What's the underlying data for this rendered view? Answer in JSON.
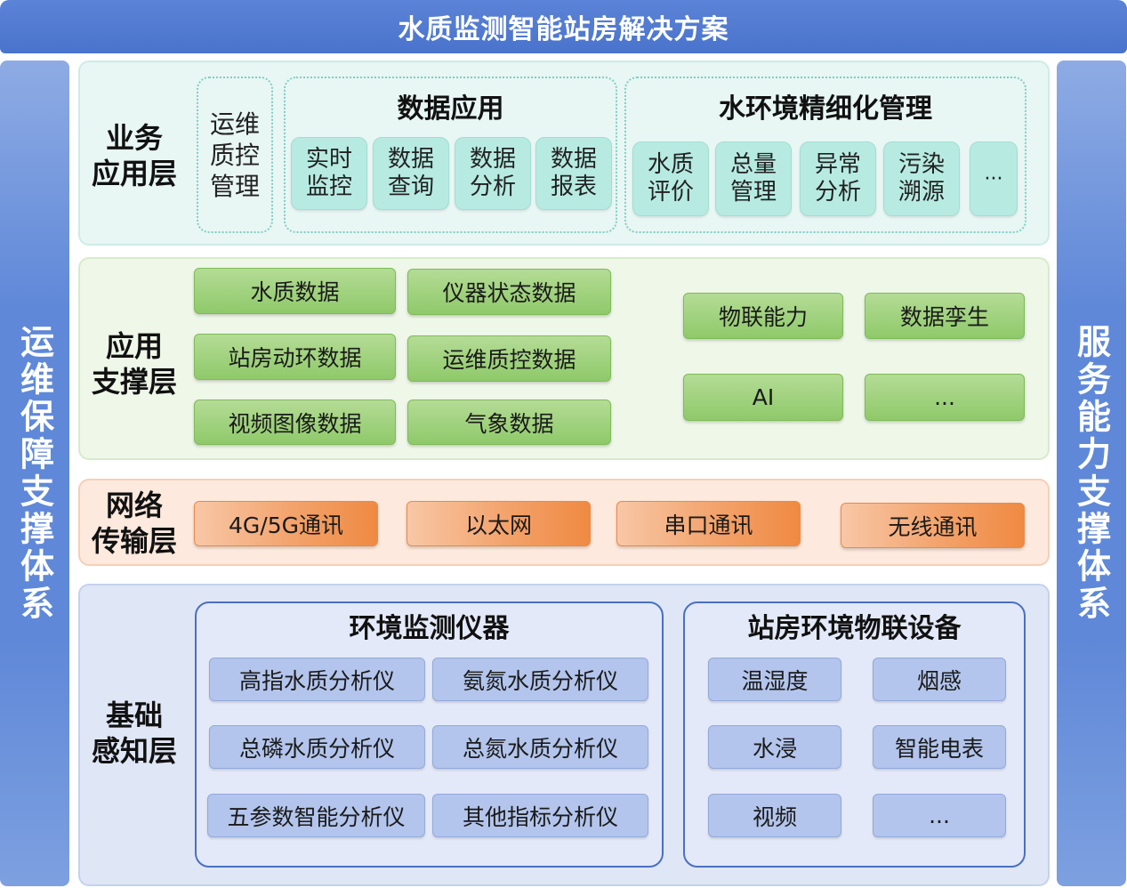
{
  "title": "水质监测智能站房解决方案",
  "left_side": "运维保障支撑体系",
  "right_side": "服务能力支撑体系",
  "business_layer": {
    "label": "业务\n应用层",
    "ops_box": "运维\n质控\n管理",
    "data_app": {
      "title": "数据应用",
      "items": [
        "实时\n监控",
        "数据\n查询",
        "数据\n分析",
        "数据\n报表"
      ]
    },
    "water_env": {
      "title": "水环境精细化管理",
      "items": [
        "水质\n评价",
        "总量\n管理",
        "异常\n分析",
        "污染\n溯源",
        "···"
      ]
    }
  },
  "support_layer": {
    "label": "应用\n支撑层",
    "data_items": [
      "水质数据",
      "仪器状态数据",
      "站房动环数据",
      "运维质控数据",
      "视频图像数据",
      "气象数据"
    ],
    "capability_items": [
      "物联能力",
      "数据孪生",
      "AI",
      "..."
    ]
  },
  "network_layer": {
    "label": "网络\n传输层",
    "items": [
      "4G/5G通讯",
      "以太网",
      "串口通讯",
      "无线通讯"
    ]
  },
  "base_layer": {
    "label": "基础\n感知层",
    "instruments": {
      "title": "环境监测仪器",
      "items": [
        "高指水质分析仪",
        "氨氮水质分析仪",
        "总磷水质分析仪",
        "总氮水质分析仪",
        "五参数智能分析仪",
        "其他指标分析仪"
      ]
    },
    "iot": {
      "title": "站房环境物联设备",
      "items": [
        "温湿度",
        "烟感",
        "水浸",
        "智能电表",
        "视频",
        "..."
      ]
    }
  },
  "colors": {
    "title_bar": "#4a73cc",
    "side_bar": "#5f88d8",
    "business_bg": "#e8f6f4",
    "business_box": "#b7ebe2",
    "support_bg": "#eef7e8",
    "support_box": "#8fc96a",
    "network_bg": "#fde9dd",
    "network_box": "#f3a26b",
    "base_bg": "#dfe6f6",
    "base_box": "#b3c5ec",
    "frame_border": "#4a6fc4"
  }
}
